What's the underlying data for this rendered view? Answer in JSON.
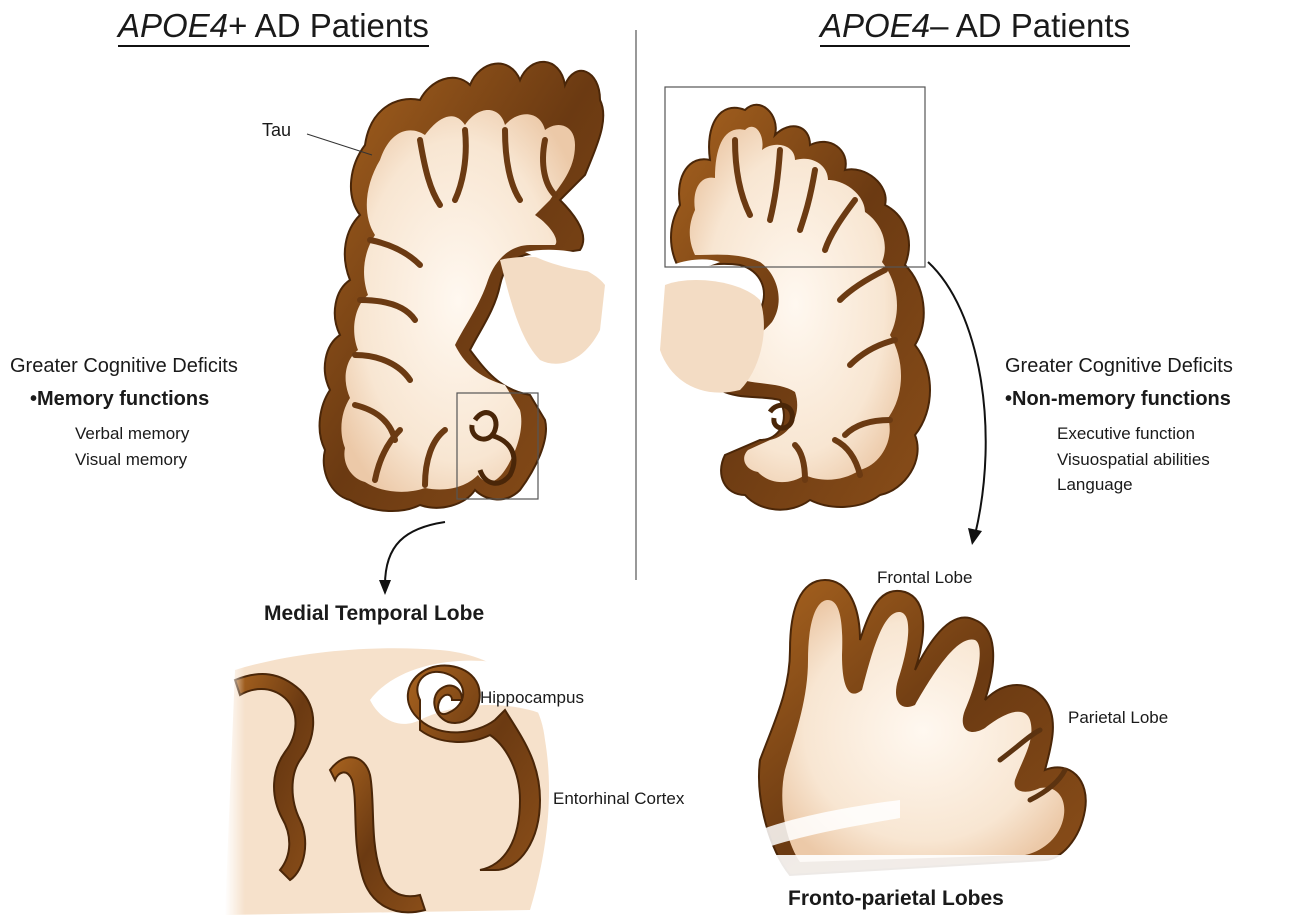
{
  "left": {
    "heading_italic": "APOE4",
    "heading_rest": "+ AD Patients",
    "tau_label": "Tau",
    "deficits_title": "Greater Cognitive Deficits",
    "deficits_subtitle": "•Memory functions",
    "deficits_items": [
      "Verbal memory",
      "Visual memory"
    ],
    "zoom_title": "Medial Temporal Lobe",
    "zoom_labels": {
      "hippocampus": "Hippocampus",
      "entorhinal": "Entorhinal Cortex"
    }
  },
  "right": {
    "heading_italic": "APOE4",
    "heading_rest": "– AD Patients",
    "deficits_title": "Greater Cognitive Deficits",
    "deficits_subtitle": "•Non-memory functions",
    "deficits_items": [
      "Executive function",
      "Visuospatial abilities",
      "Language"
    ],
    "zoom_title": "Fronto-parietal Lobes",
    "zoom_labels": {
      "frontal": "Frontal Lobe",
      "parietal": "Parietal Lobe"
    }
  },
  "colors": {
    "cortex_dark": "#5c3310",
    "cortex_mid": "#9a5a1e",
    "white_matter": "#fbefe2",
    "white_matter_shade": "#ecc9a8"
  }
}
